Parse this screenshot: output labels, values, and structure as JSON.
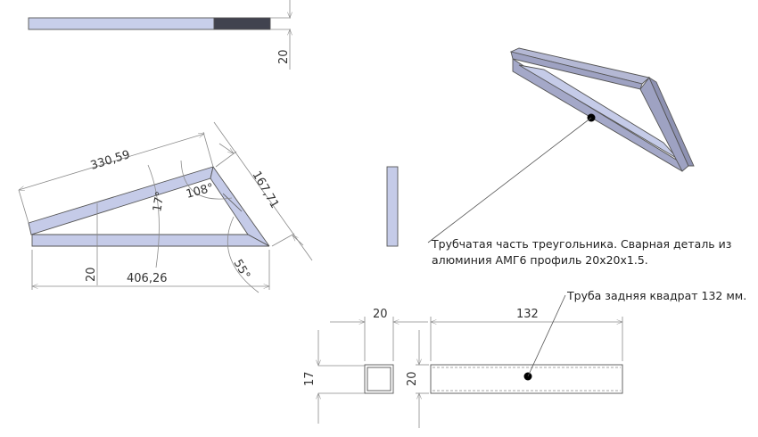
{
  "colors": {
    "profile_fill": "#c5cbe8",
    "profile_dark": "#41434f",
    "iso_fill": "#a4a8c8",
    "line": "#8a8a8a"
  },
  "top_view": {
    "dim_height": "20"
  },
  "triangle_view": {
    "dim_top_length": "330,59",
    "dim_side_length": "167,71",
    "dim_base_length": "406,26",
    "dim_profile": "20",
    "angle_apex": "108°",
    "angle_left": "17°",
    "angle_right": "55°"
  },
  "notes": {
    "triangle_line1": "Трубчатая часть треугольника.  Сварная деталь из",
    "triangle_line2": "алюминия АМГ6 профиль 20х20х1.5.",
    "rear_tube": "Труба задняя квадрат 132 мм."
  },
  "tube_views": {
    "section_width": "20",
    "section_height": "17",
    "tube_length": "132",
    "tube_height": "20"
  }
}
